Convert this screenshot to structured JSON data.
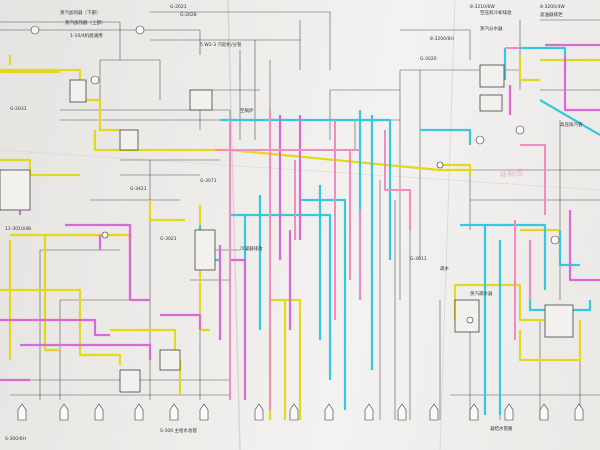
{
  "diagram": {
    "kind": "piping-and-instrumentation",
    "colors": {
      "yellow": "#e3d820",
      "cyan": "#35c8df",
      "magenta": "#e06ad0",
      "pink": "#f28cc0",
      "line": "#555555"
    },
    "labels": [
      {
        "id": "l1",
        "text": "蒸汽加热器（下部）"
      },
      {
        "id": "l2",
        "text": "蒸汽加热器（上部）"
      },
      {
        "id": "l3",
        "text": "G-2023"
      },
      {
        "id": "l4",
        "text": "1-10/4机组通用"
      },
      {
        "id": "l5",
        "text": "G-2028"
      },
      {
        "id": "l6",
        "text": "空压机冷却排放"
      },
      {
        "id": "l7",
        "text": "5 W2-3 汽轮机/分管"
      },
      {
        "id": "l8",
        "text": "滤油器排泄"
      },
      {
        "id": "l9",
        "text": "8-3200/4W"
      },
      {
        "id": "l10",
        "text": "蒸汽分水器"
      },
      {
        "id": "l11",
        "text": "8-3210/6W"
      },
      {
        "id": "l12",
        "text": "高压排汽管"
      },
      {
        "id": "l13",
        "text": "8-3200/6H"
      },
      {
        "id": "l14",
        "text": "G-3421"
      },
      {
        "id": "l15",
        "text": "G-3071"
      },
      {
        "id": "l16",
        "text": "至锅炉"
      },
      {
        "id": "l17",
        "text": "S-300 主给水总管"
      },
      {
        "id": "l18",
        "text": "S-300/6H"
      },
      {
        "id": "l19",
        "text": "凝结水管路"
      },
      {
        "id": "l20",
        "text": "疏水"
      },
      {
        "id": "l21",
        "text": "G-3020"
      },
      {
        "id": "l22",
        "text": "G-2031"
      },
      {
        "id": "l23",
        "text": "G-3011"
      },
      {
        "id": "l24",
        "text": "G-3021"
      },
      {
        "id": "l25",
        "text": "11-3010/4B"
      },
      {
        "id": "l26",
        "text": "冷凝器排放"
      },
      {
        "id": "l27",
        "text": "蒸汽疏水器"
      }
    ],
    "handwriting": "补标签"
  }
}
